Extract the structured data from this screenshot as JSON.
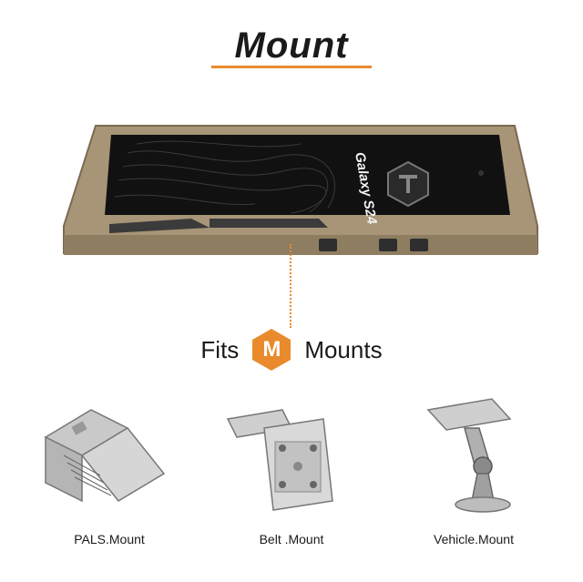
{
  "title": "Mount",
  "phone": {
    "model_text": "Galaxy S24"
  },
  "fits": {
    "prefix": "Fits",
    "badge_letter": "M",
    "suffix": "Mounts"
  },
  "mounts": [
    {
      "label": "PALS.Mount",
      "icon": "pals-mount-icon"
    },
    {
      "label": "Belt .Mount",
      "icon": "belt-mount-icon"
    },
    {
      "label": "Vehicle.Mount",
      "icon": "vehicle-mount-icon"
    }
  ],
  "colors": {
    "accent": "#e98a2c",
    "case": "#a89477",
    "screen": "#111111",
    "text": "#1a1a1a"
  }
}
